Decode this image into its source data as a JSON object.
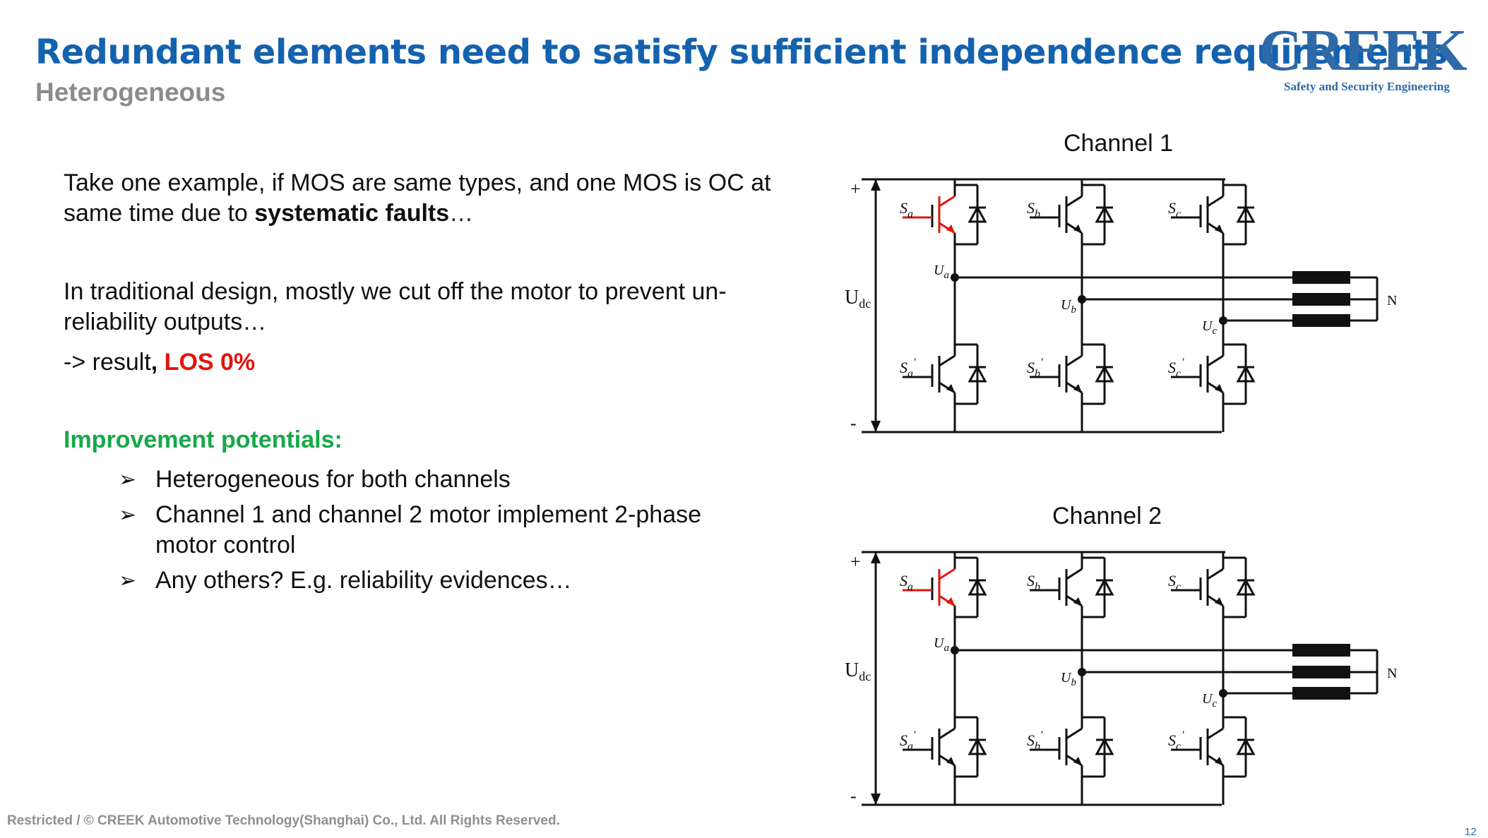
{
  "header": {
    "title": "Redundant elements need to satisfy sufficient independence requirements",
    "subtitle": "Heterogeneous"
  },
  "logo": {
    "name": "CREEK",
    "tagline": "Safety and Security Engineering"
  },
  "body": {
    "p1_normal": "Take one example, if MOS are same types, and one MOS is OC at same time due to ",
    "p1_bold": "systematic faults",
    "p1_end": "…",
    "p2": "In traditional design, mostly we cut off the motor to prevent un-reliability outputs…",
    "p3_prefix": "-> result",
    "p3_comma": ",",
    "p3_highlight": "LOS 0%",
    "improvement_heading": "Improvement potentials:",
    "bullets": [
      "Heterogeneous for both channels",
      "Channel 1 and channel 2 motor implement 2-phase motor control",
      "Any others? E.g. reliability evidences…"
    ],
    "bullet_marker": "➢"
  },
  "diagrams": [
    {
      "label": "Channel 1",
      "plus": "+",
      "minus": "-",
      "udc": "U",
      "udc_sub": "dc",
      "switch_upper": [
        "a",
        "b",
        "c"
      ],
      "switch_lower": [
        "a",
        "b",
        "c"
      ],
      "nodes": [
        "a",
        "b",
        "c"
      ],
      "neutral": "N",
      "faulted_switch_color": "#e3140d"
    },
    {
      "label": "Channel 2",
      "plus": "+",
      "minus": "-",
      "udc": "U",
      "udc_sub": "dc",
      "switch_upper": [
        "a",
        "b",
        "c"
      ],
      "switch_lower": [
        "a",
        "b",
        "c"
      ],
      "nodes": [
        "a",
        "b",
        "c"
      ],
      "neutral": "N",
      "faulted_switch_color": "#e3140d"
    }
  ],
  "footer": {
    "text": "Restricted / © CREEK Automotive Technology(Shanghai) Co., Ltd. All Rights Reserved.",
    "page": "12"
  }
}
